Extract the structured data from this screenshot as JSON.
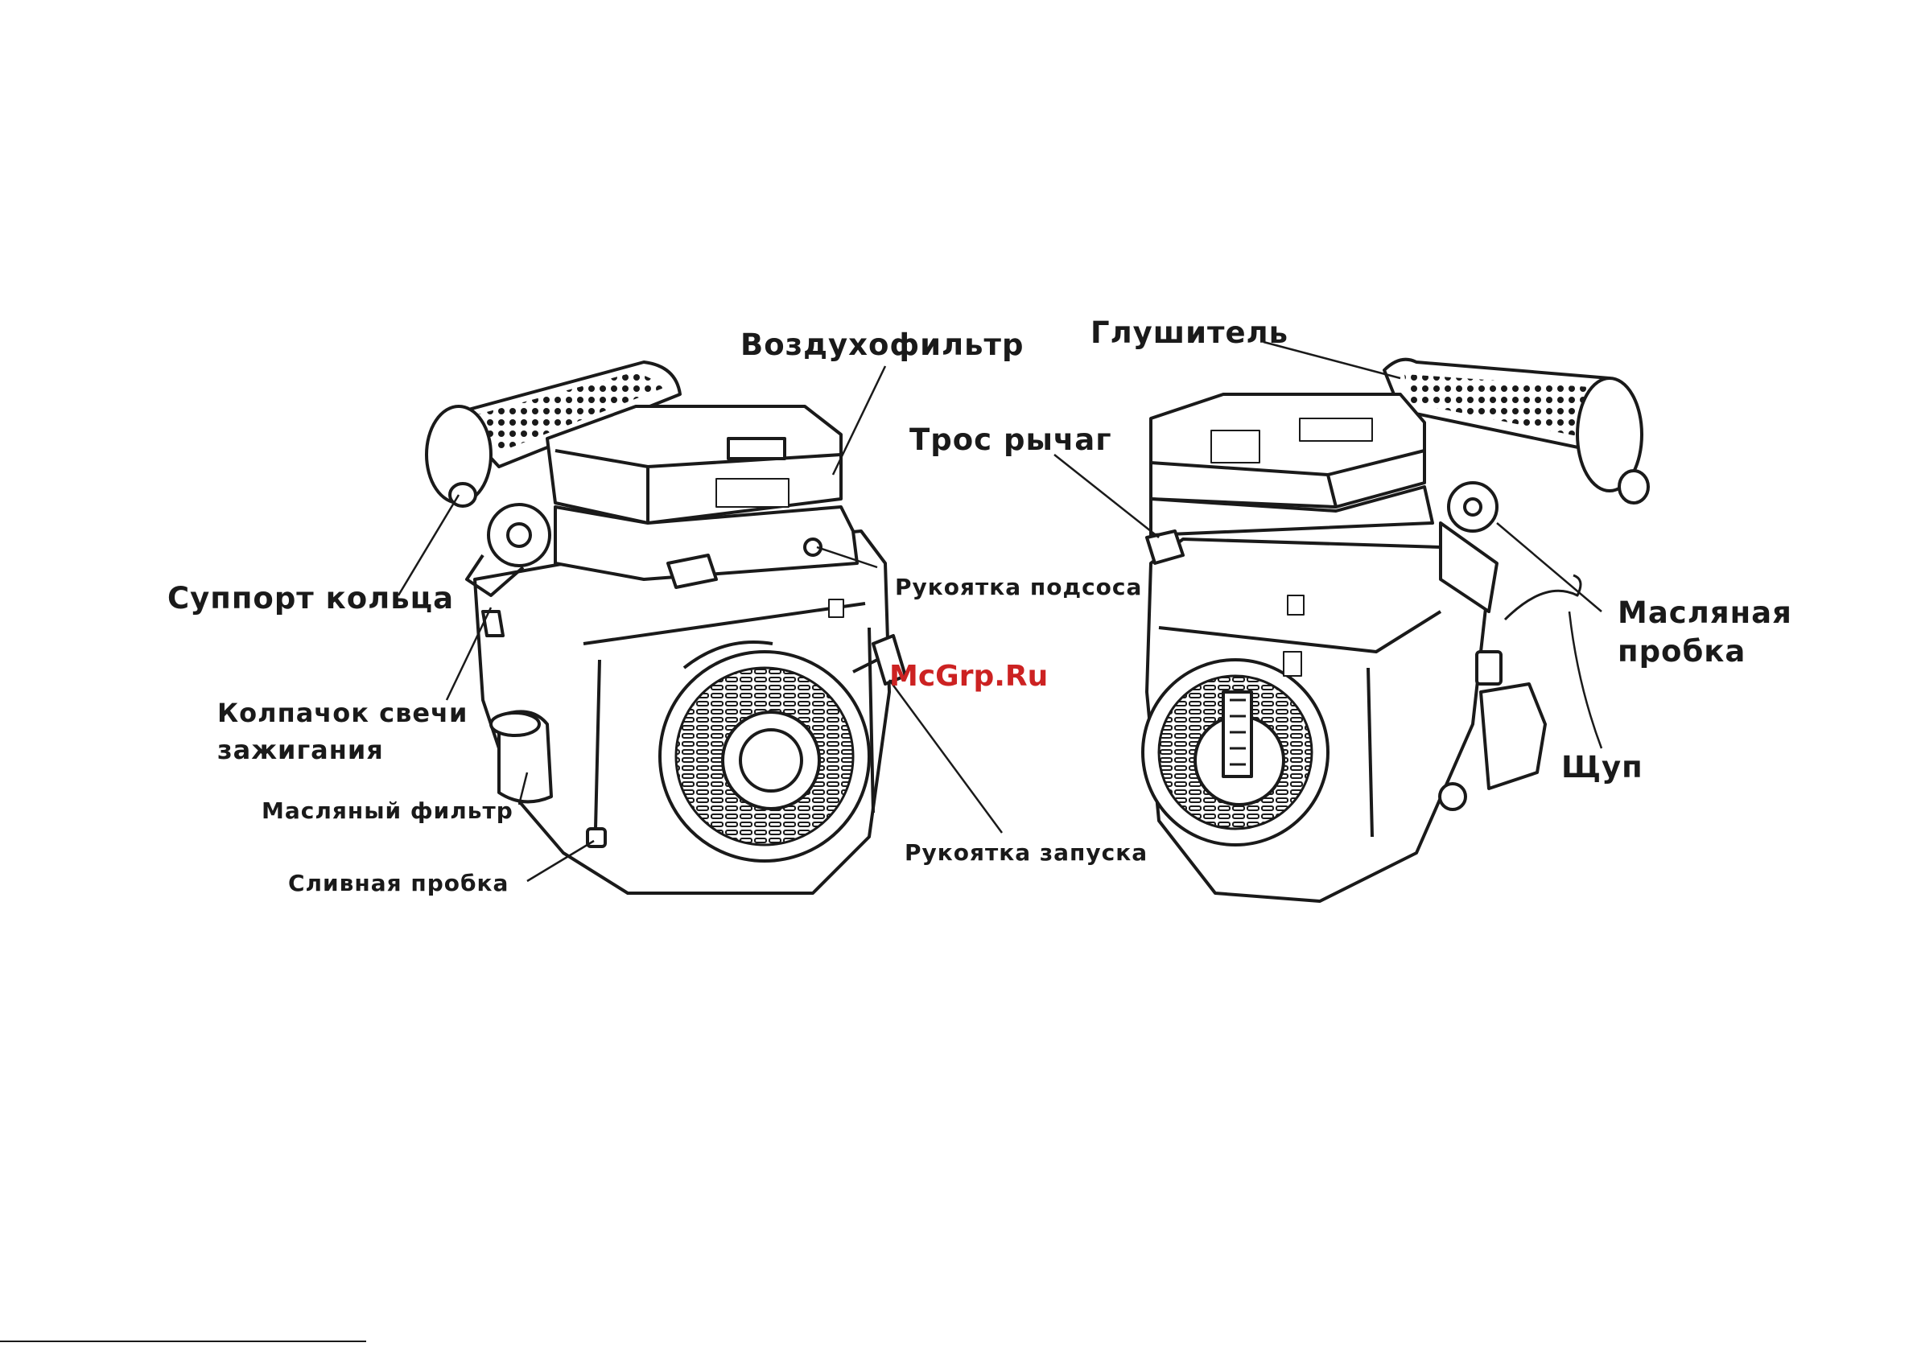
{
  "labels": {
    "air_filter": "Воздухофильтр",
    "muffler": "Глушитель",
    "cable_lever": "Трос рычаг",
    "ring_support": "Суппорт кольца",
    "choke_handle": "Рукоятка подсоса",
    "spark_cap_line1": "Колпачок свечи",
    "spark_cap_line2": "зажигания",
    "oil_filter": "Масляный фильтр",
    "drain_plug": "Сливная пробка",
    "starter_handle": "Рукоятка запуска",
    "oil_plug_line1": "Масляная",
    "oil_plug_line2": "пробка",
    "dipstick": "Щуп"
  },
  "watermark": {
    "text": "McGrp.Ru",
    "color": "#cc2222"
  },
  "colors": {
    "ink": "#1a1a1a",
    "background": "#ffffff"
  }
}
